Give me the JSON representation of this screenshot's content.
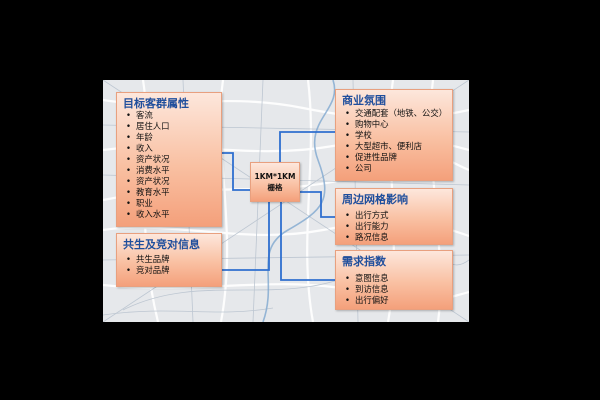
{
  "center": {
    "label": "1KM*1KM\n栅格"
  },
  "boxes": {
    "target": {
      "title": "目标客群属性",
      "items": [
        "客流",
        "居住人口",
        "年龄",
        "收入",
        "资产状况",
        "消费水平",
        "资产状况",
        "教育水平",
        "职业",
        "收入水平"
      ]
    },
    "competition": {
      "title": "共生及竞对信息",
      "items": [
        "共生品牌",
        "竞对品牌"
      ]
    },
    "business": {
      "title": "商业氛围",
      "items": [
        "交通配套（地铁、公交）",
        "购物中心",
        "学校",
        "大型超市、便利店",
        "促进性品牌",
        "公司"
      ]
    },
    "grid": {
      "title": "周边网格影响",
      "items": [
        "出行方式",
        "出行能力",
        "路况信息"
      ]
    },
    "demand": {
      "title": "需求指数",
      "items": [
        "意图信息",
        "到访信息",
        "出行偏好"
      ]
    }
  },
  "colors": {
    "connector": "#2f6fcf",
    "title": "#1f4e9c",
    "box_fill": "#f9c0a2"
  }
}
